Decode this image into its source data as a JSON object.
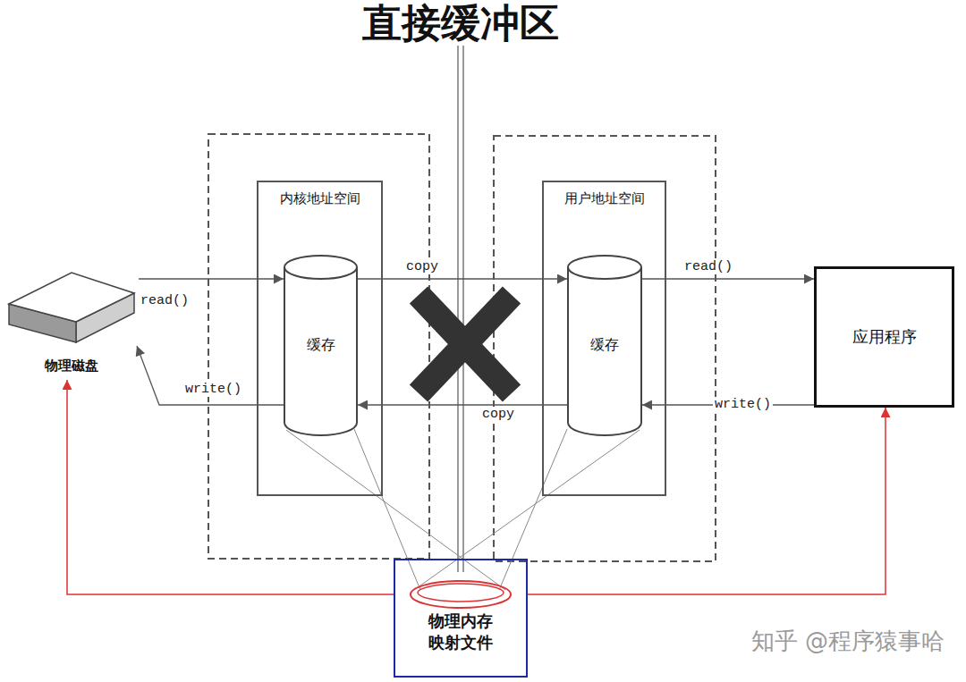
{
  "diagram": {
    "title": "直接缓冲区",
    "nodes": [
      {
        "text": [
          "物理磁盘"
        ]
      },
      {
        "text": [
          "内核地址空间"
        ]
      },
      {
        "text": [
          "缓存"
        ],
        "in": 1
      },
      {
        "text": [
          "用户地址空间"
        ]
      },
      {
        "text": [
          "缓存"
        ],
        "in": 3
      },
      {
        "text": [
          "应用程序"
        ]
      },
      {
        "text": [
          "物理内存 映射文件"
        ]
      }
    ],
    "edges": [
      {
        "from": 0,
        "to": 2,
        "label": "read()",
        "arrow": "to"
      },
      {
        "from": 2,
        "to": 0,
        "label": "write()",
        "arrow": "to"
      },
      {
        "from": 2,
        "to": 4,
        "label": "copy",
        "arrow": "to"
      },
      {
        "from": 4,
        "to": 2,
        "label": "copy",
        "arrow": "to"
      },
      {
        "from": 4,
        "to": 5,
        "label": "read()",
        "arrow": "to"
      },
      {
        "from": 5,
        "to": 4,
        "label": "write()",
        "arrow": "to"
      },
      {
        "from": 6,
        "to": 0,
        "arrow": "to"
      },
      {
        "from": 6,
        "to": 5,
        "arrow": "to"
      },
      {
        "from": 2,
        "to": 6,
        "arrow": "none"
      },
      {
        "from": 4,
        "to": 6,
        "arrow": "none"
      }
    ],
    "labels": [
      "知乎 @程序猿事哈"
    ]
  }
}
